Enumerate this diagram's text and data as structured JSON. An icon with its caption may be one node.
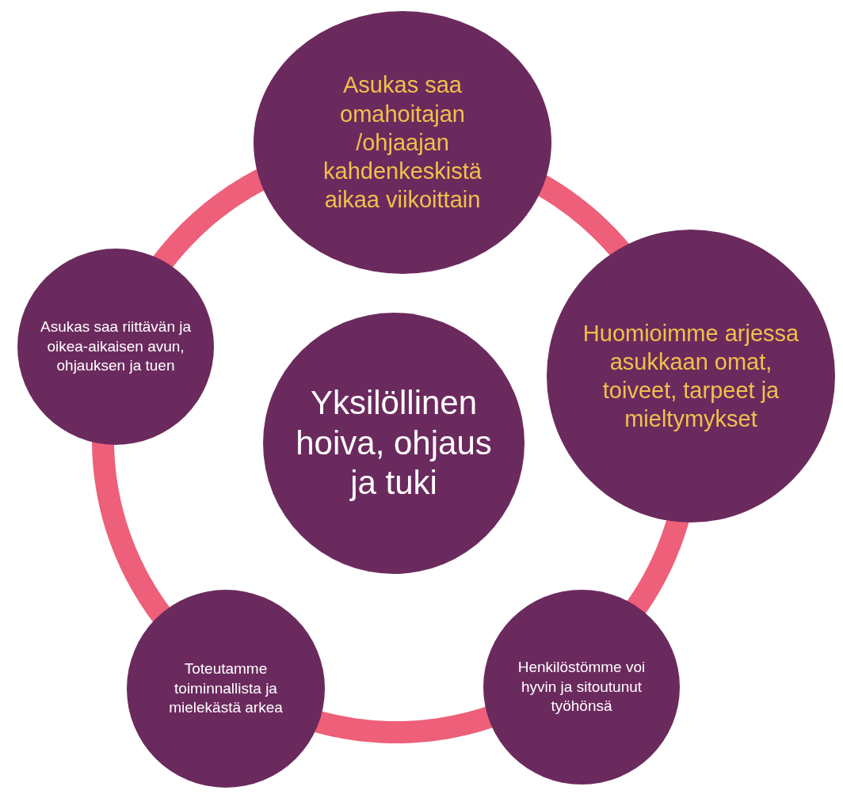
{
  "diagram": {
    "nodes": [
      {
        "text": [
          "Yksilöllinen hoiva, ohjaus ja tuki"
        ]
      },
      {
        "text": [
          "Asukas saa omahoitajan /ohjaajan kahdenkeskistä aikaa viikoittain"
        ]
      },
      {
        "text": [
          "Huomioimme arjessa asukkaan omat, toiveet, tarpeet ja mieltymykset"
        ]
      },
      {
        "text": [
          "Henkilöstömme voi hyvin ja sitoutunut työhönsä"
        ]
      },
      {
        "text": [
          "Toteutamme toiminnallista ja mielekästä arkea"
        ]
      },
      {
        "text": [
          "Asukas saa riittävän ja oikea-aikaisen avun, ohjauksen ja tuen"
        ]
      }
    ],
    "edges": [
      {
        "from": 1,
        "to": 2,
        "arrow": "none"
      },
      {
        "from": 2,
        "to": 3,
        "arrow": "none"
      },
      {
        "from": 3,
        "to": 4,
        "arrow": "none"
      },
      {
        "from": 4,
        "to": 5,
        "arrow": "none"
      },
      {
        "from": 5,
        "to": 1,
        "arrow": "none"
      }
    ]
  }
}
